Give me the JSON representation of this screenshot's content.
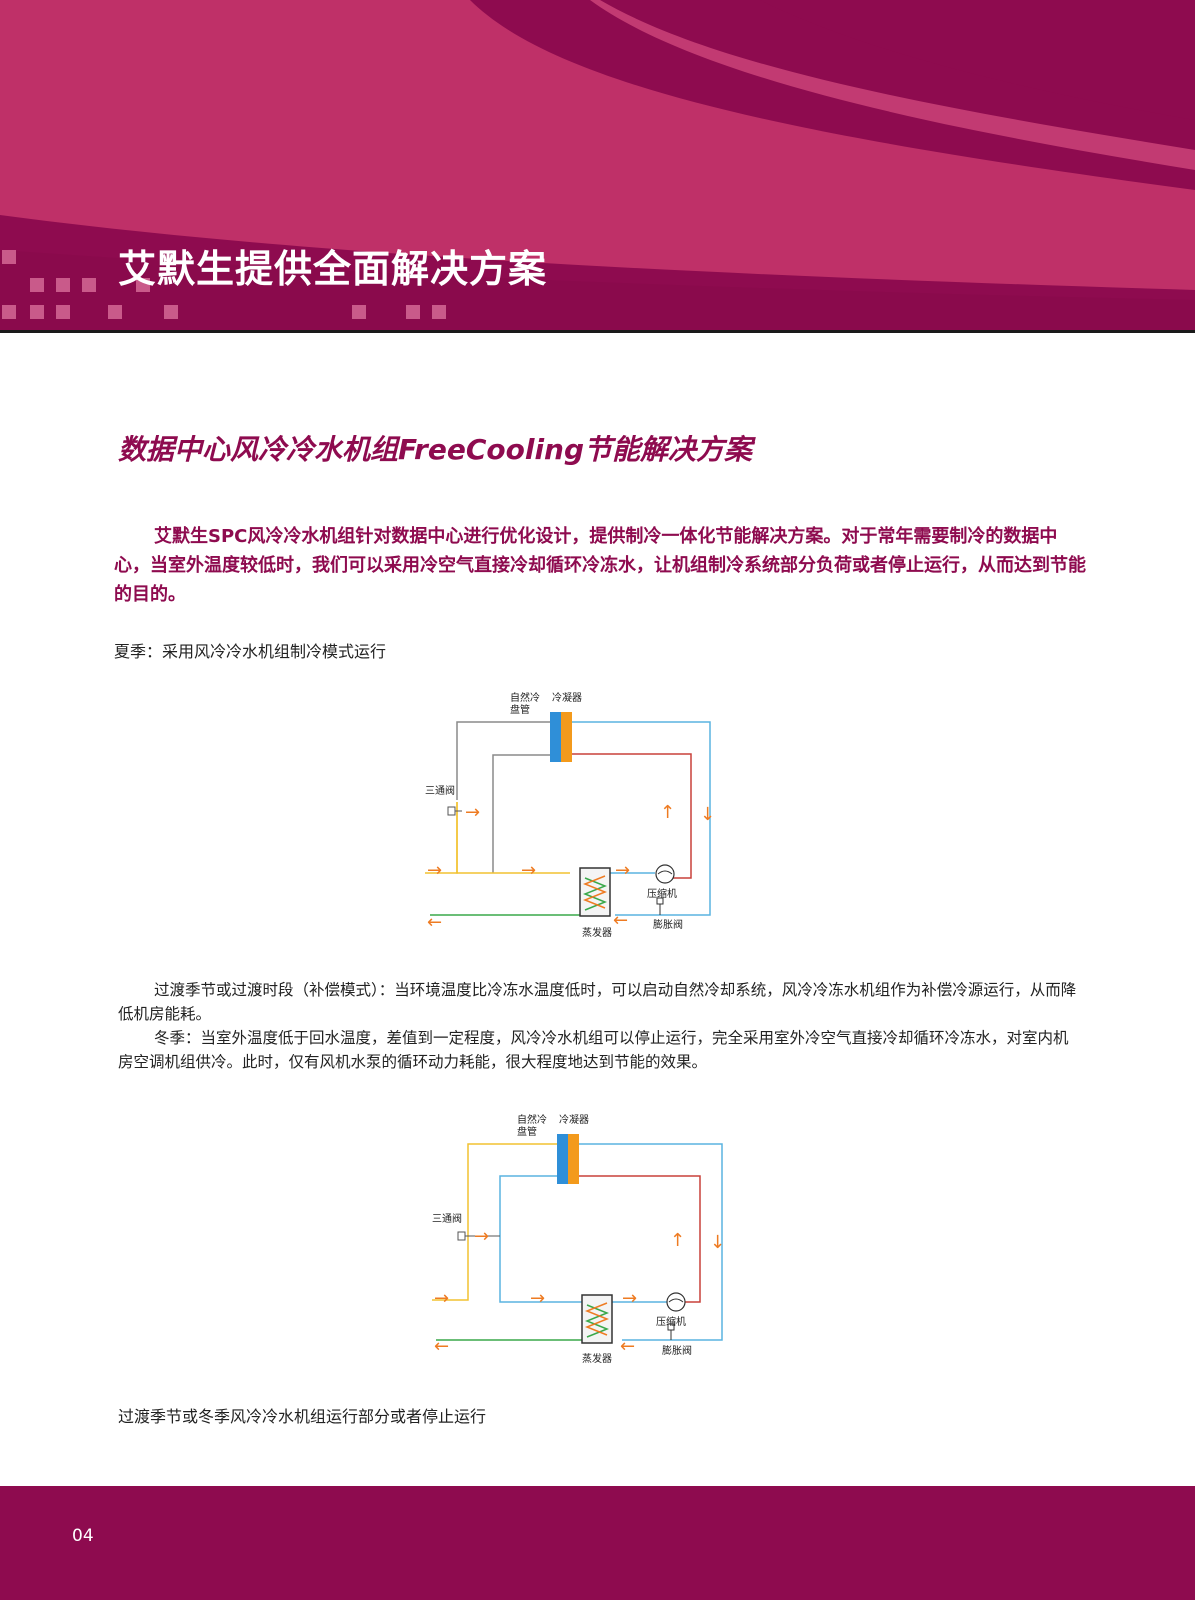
{
  "page": {
    "title": "艾默生提供全面解决方案",
    "page_number": "04"
  },
  "section": {
    "title": "数据中心风冷冷水机组FreeCooling节能解决方案",
    "intro": "艾默生SPC风冷冷水机组针对数据中心进行优化设计，提供制冷一体化节能解决方案。对于常年需要制冷的数据中心，当室外温度较低时，我们可以采用冷空气直接冷却循环冷冻水，让机组制冷系统部分负荷或者停止运行，从而达到节能的目的。"
  },
  "summer": {
    "caption": "夏季：采用风冷冷水机组制冷模式运行"
  },
  "transition": {
    "text": "过渡季节或过渡时段（补偿模式）：当环境温度比冷冻水温度低时，可以启动自然冷却系统，风冷冷冻水机组作为补偿冷源运行，从而降低机房能耗。"
  },
  "winter": {
    "text": "冬季：当室外温度低于回水温度，差值到一定程度，风冷冷水机组可以停止运行，完全采用室外冷空气直接冷却循环冷冻水，对室内机房空调机组供冷。此时，仅有风机水泵的循环动力耗能，很大程度地达到节能的效果。",
    "caption": "过渡季节或冬季风冷冷水机组运行部分或者停止运行"
  },
  "diagram_labels": {
    "free_cooling_coil_line1": "自然冷",
    "free_cooling_coil_line2": "盘管",
    "condenser": "冷凝器",
    "three_way_valve": "三通阀",
    "compressor": "压缩机",
    "expansion_valve": "膨胀阀",
    "evaporator": "蒸发器",
    "arrow_right": "→",
    "arrow_left": "←",
    "arrow_up": "↑",
    "arrow_down": "↓"
  },
  "colors": {
    "brand_magenta": "#8e0b4f",
    "header_pink": "#bf3068",
    "pipe_blue": "#5ab3e0",
    "pipe_red": "#c9413a",
    "pipe_yellow": "#f2c230",
    "pipe_green": "#3aa84a",
    "pipe_gray": "#8a8a8a",
    "arrow_orange": "#ee7b22",
    "coil_orange": "#f39a1c",
    "coil_blue": "#2f8fd8"
  }
}
